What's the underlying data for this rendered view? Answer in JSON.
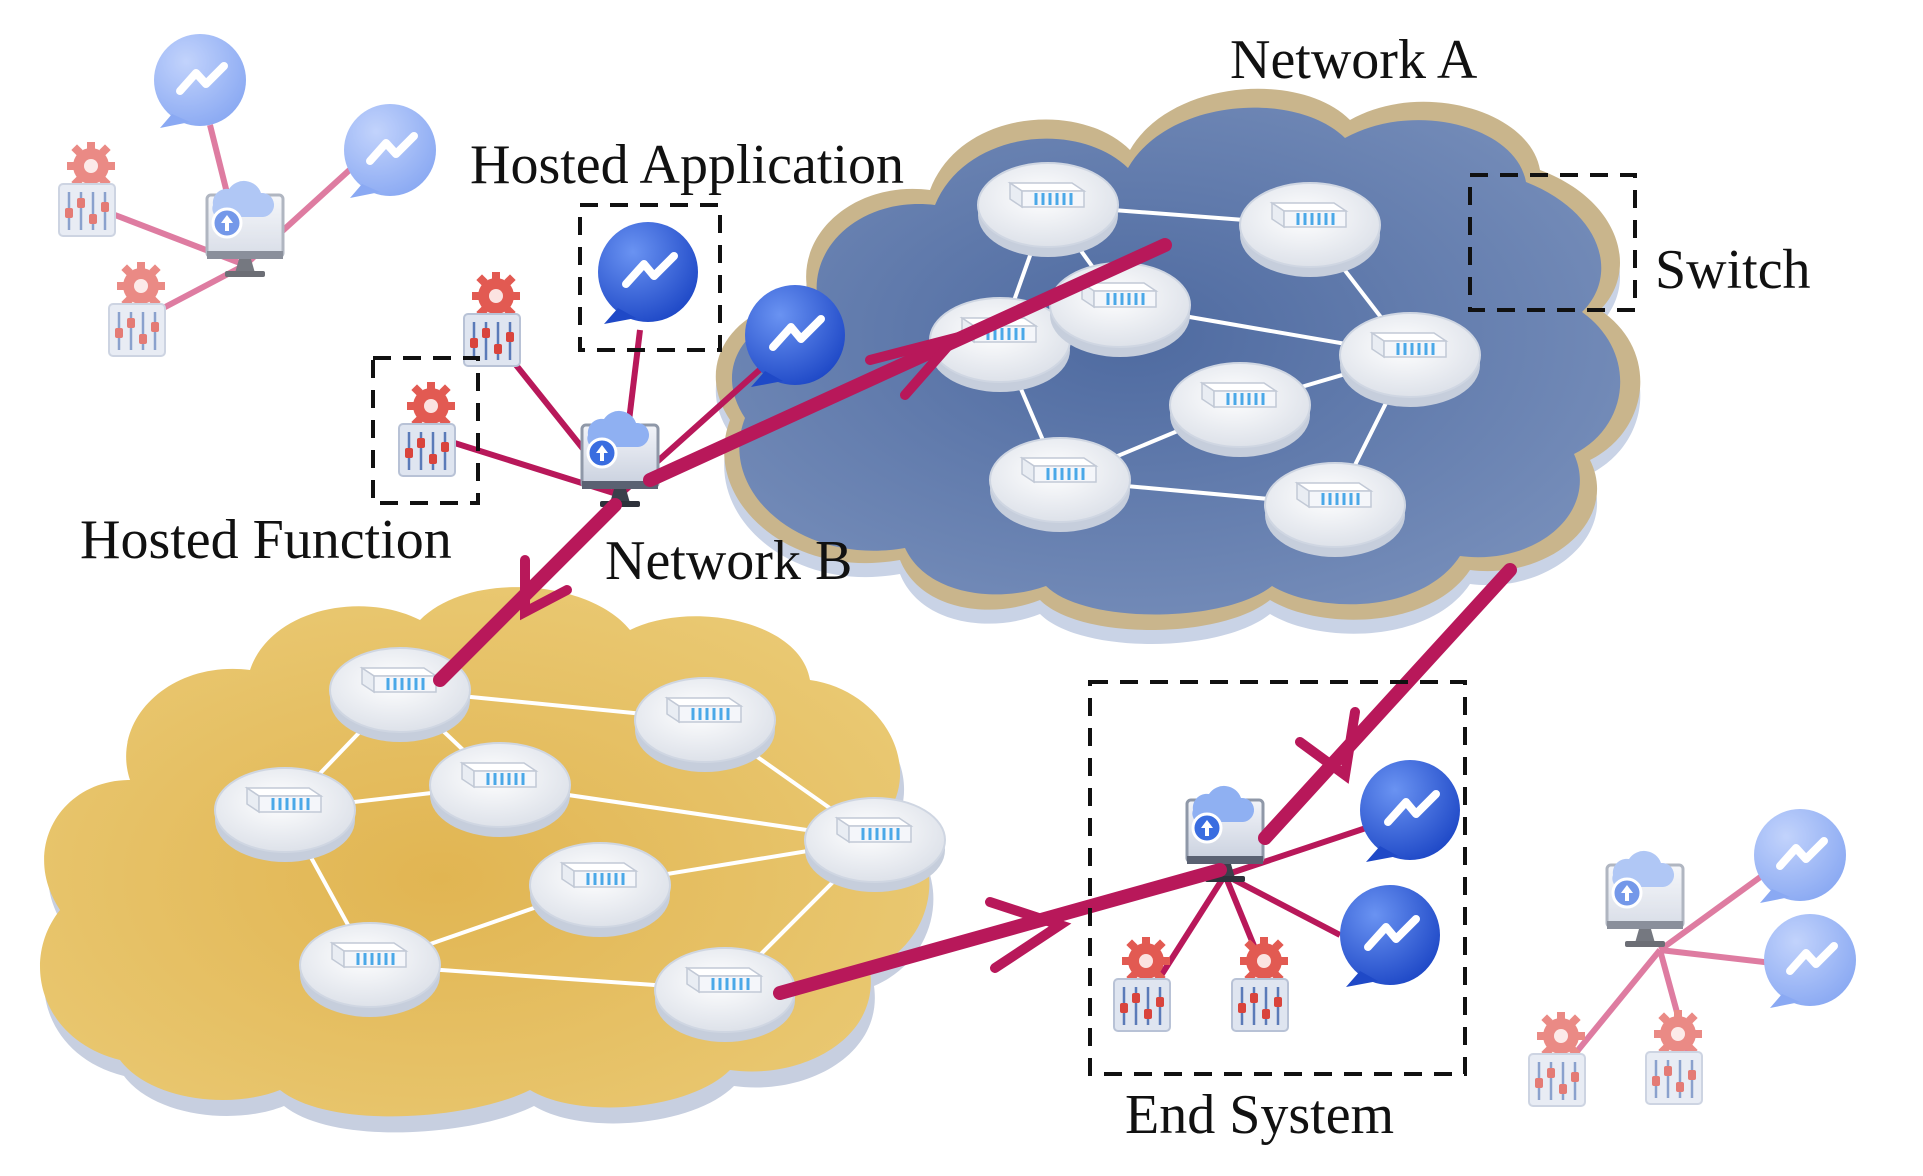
{
  "labels": {
    "network_a": "Network A",
    "network_b": "Network B",
    "hosted_application": "Hosted Application",
    "hosted_function": "Hosted Function",
    "switch": "Switch",
    "end_system": "End System"
  },
  "colors": {
    "network_a_fill": "#5874a6",
    "network_a_rim": "#c9b58c",
    "network_b_fill": "#e2bd5a",
    "network_b_rim": "#c7cfe0",
    "data_path": "#b8185a",
    "link": "#ffffff",
    "app_bubble": "#2f63d9",
    "function_icon": "#d9534f"
  }
}
